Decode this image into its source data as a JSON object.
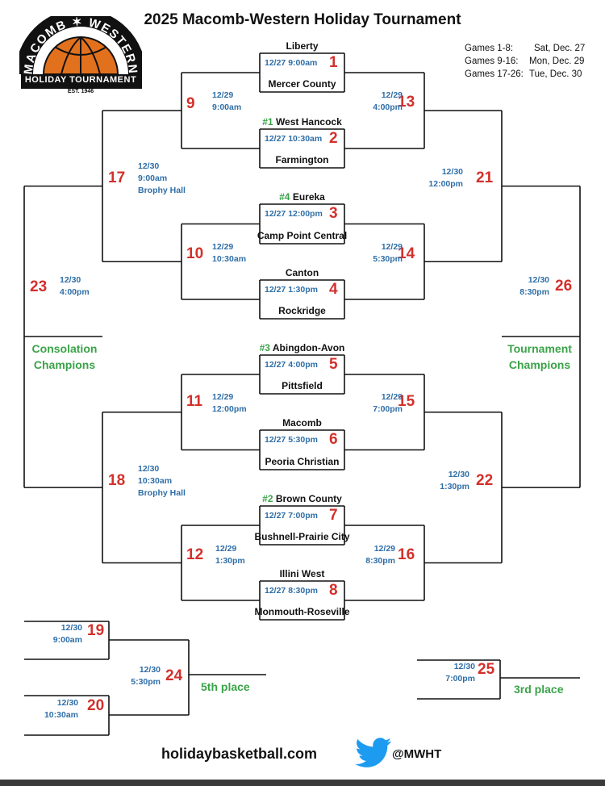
{
  "title": "2025 Macomb-Western Holiday Tournament",
  "logo": {
    "arc_text": "MACOMB ✶ WESTERN",
    "banner": "HOLIDAY TOURNAMENT",
    "est": "EST. 1946",
    "ball_color": "#e2711d"
  },
  "schedule_legend": [
    {
      "games": "Games 1-8:",
      "date": "Sat, Dec. 27"
    },
    {
      "games": "Games 9-16:",
      "date": "Mon, Dec. 29"
    },
    {
      "games": "Games 17-26:",
      "date": "Tue, Dec. 30"
    }
  ],
  "first_round": [
    {
      "game": "1",
      "time": "12/27 9:00am",
      "top_team": "Liberty",
      "top_seed": "",
      "bottom_team": "Mercer County"
    },
    {
      "game": "2",
      "time": "12/27 10:30am",
      "top_team": "West Hancock",
      "top_seed": "#1",
      "bottom_team": "Farmington"
    },
    {
      "game": "3",
      "time": "12/27 12:00pm",
      "top_team": "Eureka",
      "top_seed": "#4",
      "bottom_team": "Camp Point Central"
    },
    {
      "game": "4",
      "time": "12/27 1:30pm",
      "top_team": "Canton",
      "top_seed": "",
      "bottom_team": "Rockridge"
    },
    {
      "game": "5",
      "time": "12/27 4:00pm",
      "top_team": "Abingdon-Avon",
      "top_seed": "#3",
      "bottom_team": "Pittsfield"
    },
    {
      "game": "6",
      "time": "12/27 5:30pm",
      "top_team": "Macomb",
      "top_seed": "",
      "bottom_team": "Peoria Christian"
    },
    {
      "game": "7",
      "time": "12/27 7:00pm",
      "top_team": "Brown County",
      "top_seed": "#2",
      "bottom_team": "Bushnell-Prairie City"
    },
    {
      "game": "8",
      "time": "12/27 8:30pm",
      "top_team": "Illini West",
      "top_seed": "",
      "bottom_team": "Monmouth-Roseville"
    }
  ],
  "later_games": [
    {
      "game": "9",
      "date": "12/29",
      "time": "9:00am",
      "venue": ""
    },
    {
      "game": "10",
      "date": "12/29",
      "time": "10:30am",
      "venue": ""
    },
    {
      "game": "11",
      "date": "12/29",
      "time": "12:00pm",
      "venue": ""
    },
    {
      "game": "12",
      "date": "12/29",
      "time": "1:30pm",
      "venue": ""
    },
    {
      "game": "13",
      "date": "12/29",
      "time": "4:00pm",
      "venue": ""
    },
    {
      "game": "14",
      "date": "12/29",
      "time": "5:30pm",
      "venue": ""
    },
    {
      "game": "15",
      "date": "12/29",
      "time": "7:00pm",
      "venue": ""
    },
    {
      "game": "16",
      "date": "12/29",
      "time": "8:30pm",
      "venue": ""
    },
    {
      "game": "17",
      "date": "12/30",
      "time": "9:00am",
      "venue": "Brophy Hall"
    },
    {
      "game": "18",
      "date": "12/30",
      "time": "10:30am",
      "venue": "Brophy Hall"
    },
    {
      "game": "19",
      "date": "12/30",
      "time": "9:00am",
      "venue": ""
    },
    {
      "game": "20",
      "date": "12/30",
      "time": "10:30am",
      "venue": ""
    },
    {
      "game": "21",
      "date": "12/30",
      "time": "12:00pm",
      "venue": ""
    },
    {
      "game": "22",
      "date": "12/30",
      "time": "1:30pm",
      "venue": ""
    },
    {
      "game": "23",
      "date": "12/30",
      "time": "4:00pm",
      "venue": ""
    },
    {
      "game": "24",
      "date": "12/30",
      "time": "5:30pm",
      "venue": ""
    },
    {
      "game": "25",
      "date": "12/30",
      "time": "7:00pm",
      "venue": ""
    },
    {
      "game": "26",
      "date": "12/30",
      "time": "8:30pm",
      "venue": ""
    }
  ],
  "labels": {
    "consolation_line1": "Consolation",
    "consolation_line2": "Champions",
    "tournament_line1": "Tournament",
    "tournament_line2": "Champions",
    "fifth_place": "5th place",
    "third_place": "3rd place"
  },
  "footer": {
    "website": "holidaybasketball.com",
    "twitter_handle": "@MWHT",
    "twitter_icon": "twitter-bird-icon",
    "twitter_color": "#1d9bf0"
  },
  "colors": {
    "game_number": "#d3302b",
    "time_text": "#2f6ea7",
    "seed_green": "#3aa348",
    "line": "#111111"
  }
}
